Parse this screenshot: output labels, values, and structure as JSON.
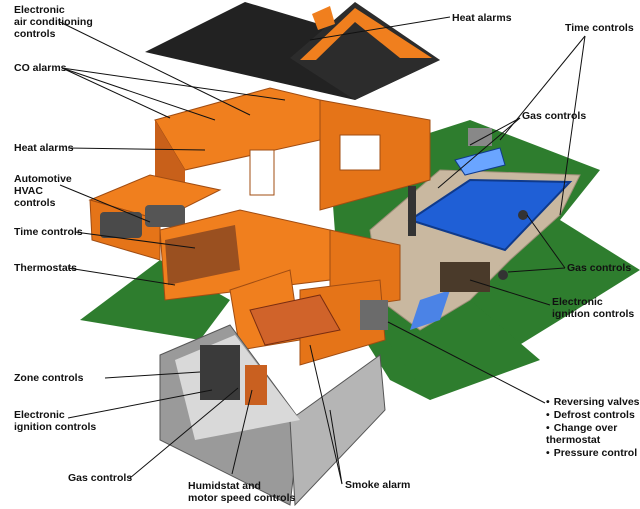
{
  "labels": {
    "electronic_ac": "Electronic\nair conditioning\ncontrols",
    "co_alarms": "CO alarms",
    "heat_alarms_left": "Heat alarms",
    "automotive_hvac": "Automotive\nHVAC\ncontrols",
    "time_controls_left": "Time controls",
    "thermostats": "Thermostats",
    "zone_controls": "Zone controls",
    "electronic_ignition_left": "Electronic\nignition controls",
    "gas_controls_bottom": "Gas controls",
    "humidstat": "Humidstat and\nmotor speed controls",
    "smoke_alarm": "Smoke alarm",
    "heat_alarms_top": "Heat alarms",
    "time_controls_right": "Time controls",
    "gas_controls_upper": "Gas controls",
    "gas_controls_right": "Gas controls",
    "electronic_ignition_right": "Electronic\nignition controls",
    "reversing_valves": "Reversing valves",
    "defrost_controls": "Defrost controls",
    "change_over": "Change over\nthermostat",
    "pressure_control": "Pressure control"
  },
  "colors": {
    "wall": "#f07f1e",
    "wall_dark": "#c8601a",
    "roof": "#222222",
    "grass": "#2e7d2e",
    "pool": "#1f5fd6",
    "stone": "#c9b8a0",
    "basement": "#9a9a9a"
  }
}
